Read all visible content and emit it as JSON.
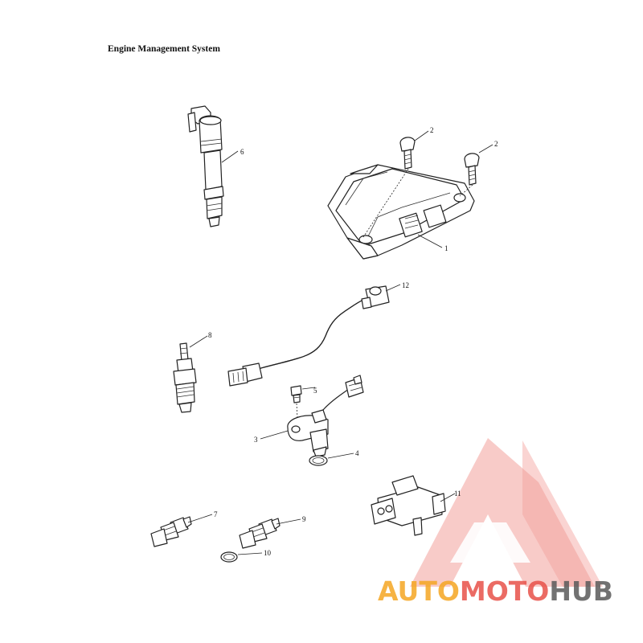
{
  "title": "Engine Management System",
  "callouts": {
    "c1": "1",
    "c2a": "2",
    "c2b": "2",
    "c3": "3",
    "c4": "4",
    "c5": "5",
    "c6": "6",
    "c7": "7",
    "c8": "8",
    "c9": "9",
    "c10": "10",
    "c11": "11",
    "c12": "12"
  },
  "watermark": {
    "word1": "AUTO",
    "word2": "MOTO",
    "word3": "HUB",
    "colors": {
      "logo": "#e8524a",
      "auto": "#f5a623",
      "moto": "#e8524a",
      "hub": "#5a5a5a"
    }
  }
}
